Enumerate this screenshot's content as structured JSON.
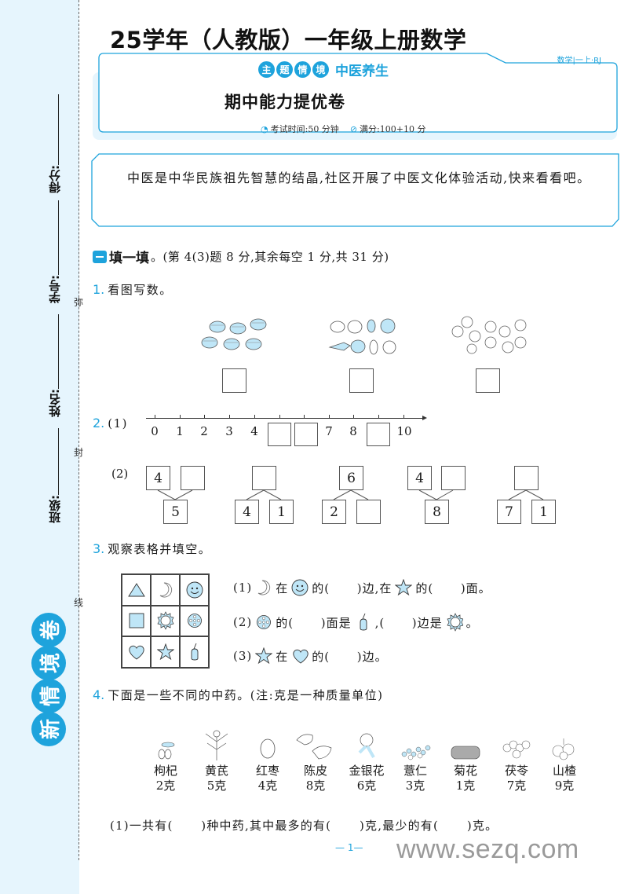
{
  "colors": {
    "accent": "#1ea3dc",
    "light_fill": "#bfe6f7",
    "binding_bg": "#e6f5fd"
  },
  "binding": {
    "fields": [
      {
        "label": "得分:"
      },
      {
        "label": "学号:"
      },
      {
        "label": "姓名:"
      },
      {
        "label": "班级:"
      }
    ],
    "seal_chars": [
      "弥",
      "封",
      "线"
    ],
    "brand": [
      "新",
      "情",
      "境",
      "卷"
    ]
  },
  "header": {
    "title": "25学年（人教版）一年级上册数学",
    "tag": "数学|一上·RJ",
    "theme_badges": [
      "主",
      "题",
      "情",
      "境"
    ],
    "theme": "中医养生",
    "subtitle": "期中能力提优卷",
    "exam_time": "考试时间:50 分钟",
    "full_score": "满分:100+10 分"
  },
  "intro": "中医是中华民族祖先智慧的结晶,社区开展了中医文化体验活动,快来看看吧。",
  "section": {
    "name": "填一填",
    "note": "。(第 4(3)题 8 分,其余每空 1 分,共 31 分)"
  },
  "q1": {
    "num": "1.",
    "text": "看图写数。",
    "groups": [
      {
        "label": "clam shells",
        "count": 6
      },
      {
        "label": "mixed shells",
        "count": 8
      },
      {
        "label": "scallop shells",
        "count": 10
      }
    ]
  },
  "q2": {
    "num": "2.",
    "part1_label": "(1)",
    "number_line": {
      "ticks": [
        "0",
        "1",
        "2",
        "3",
        "4",
        "",
        "",
        "7",
        "8",
        "",
        "10"
      ],
      "blank_positions": [
        5,
        6,
        9
      ]
    },
    "part2_label": "(2)",
    "bonds": [
      {
        "type": "combine",
        "top": [
          "4",
          ""
        ],
        "bottom": [
          "5"
        ]
      },
      {
        "type": "split",
        "top": [
          ""
        ],
        "bottom": [
          "4",
          "1"
        ]
      },
      {
        "type": "split",
        "top": [
          "6"
        ],
        "bottom": [
          "2",
          ""
        ]
      },
      {
        "type": "combine",
        "top": [
          "4",
          ""
        ],
        "bottom": [
          "8"
        ]
      },
      {
        "type": "split",
        "top": [
          ""
        ],
        "bottom": [
          "7",
          "1"
        ]
      }
    ]
  },
  "q3": {
    "num": "3.",
    "text": "观察表格并填空。",
    "grid": [
      [
        "triangle",
        "moon",
        "smiley"
      ],
      [
        "square",
        "sun",
        "flower"
      ],
      [
        "heart",
        "star",
        "drop"
      ]
    ],
    "lines": [
      {
        "p1": "(1)",
        "p2": "在",
        "p3": "的(      )边,在",
        "p4": "的(      )面。"
      },
      {
        "p1": "(2)",
        "p2": "的(      )面是",
        "p3": ",(      )边是",
        "p4": "。"
      },
      {
        "p1": "(3)",
        "p2": "在",
        "p3": "的(      )边。"
      }
    ]
  },
  "q4": {
    "num": "4.",
    "text": "下面是一些不同的中药。(注:克是一种质量单位)",
    "herbs": [
      {
        "name": "枸杞",
        "weight": "2克"
      },
      {
        "name": "黄芪",
        "weight": "5克"
      },
      {
        "name": "红枣",
        "weight": "4克"
      },
      {
        "name": "陈皮",
        "weight": "8克"
      },
      {
        "name": "金银花",
        "weight": "6克"
      },
      {
        "name": "薏仁",
        "weight": "3克"
      },
      {
        "name": "菊花",
        "weight": "1克"
      },
      {
        "name": "茯苓",
        "weight": "7克"
      },
      {
        "name": "山楂",
        "weight": "9克"
      }
    ],
    "sub1": "(1)一共有(      )种中药,其中最多的有(      )克,最少的有(      )克。"
  },
  "footer": {
    "page": "— 1—",
    "watermark": "www.sezq.com"
  }
}
